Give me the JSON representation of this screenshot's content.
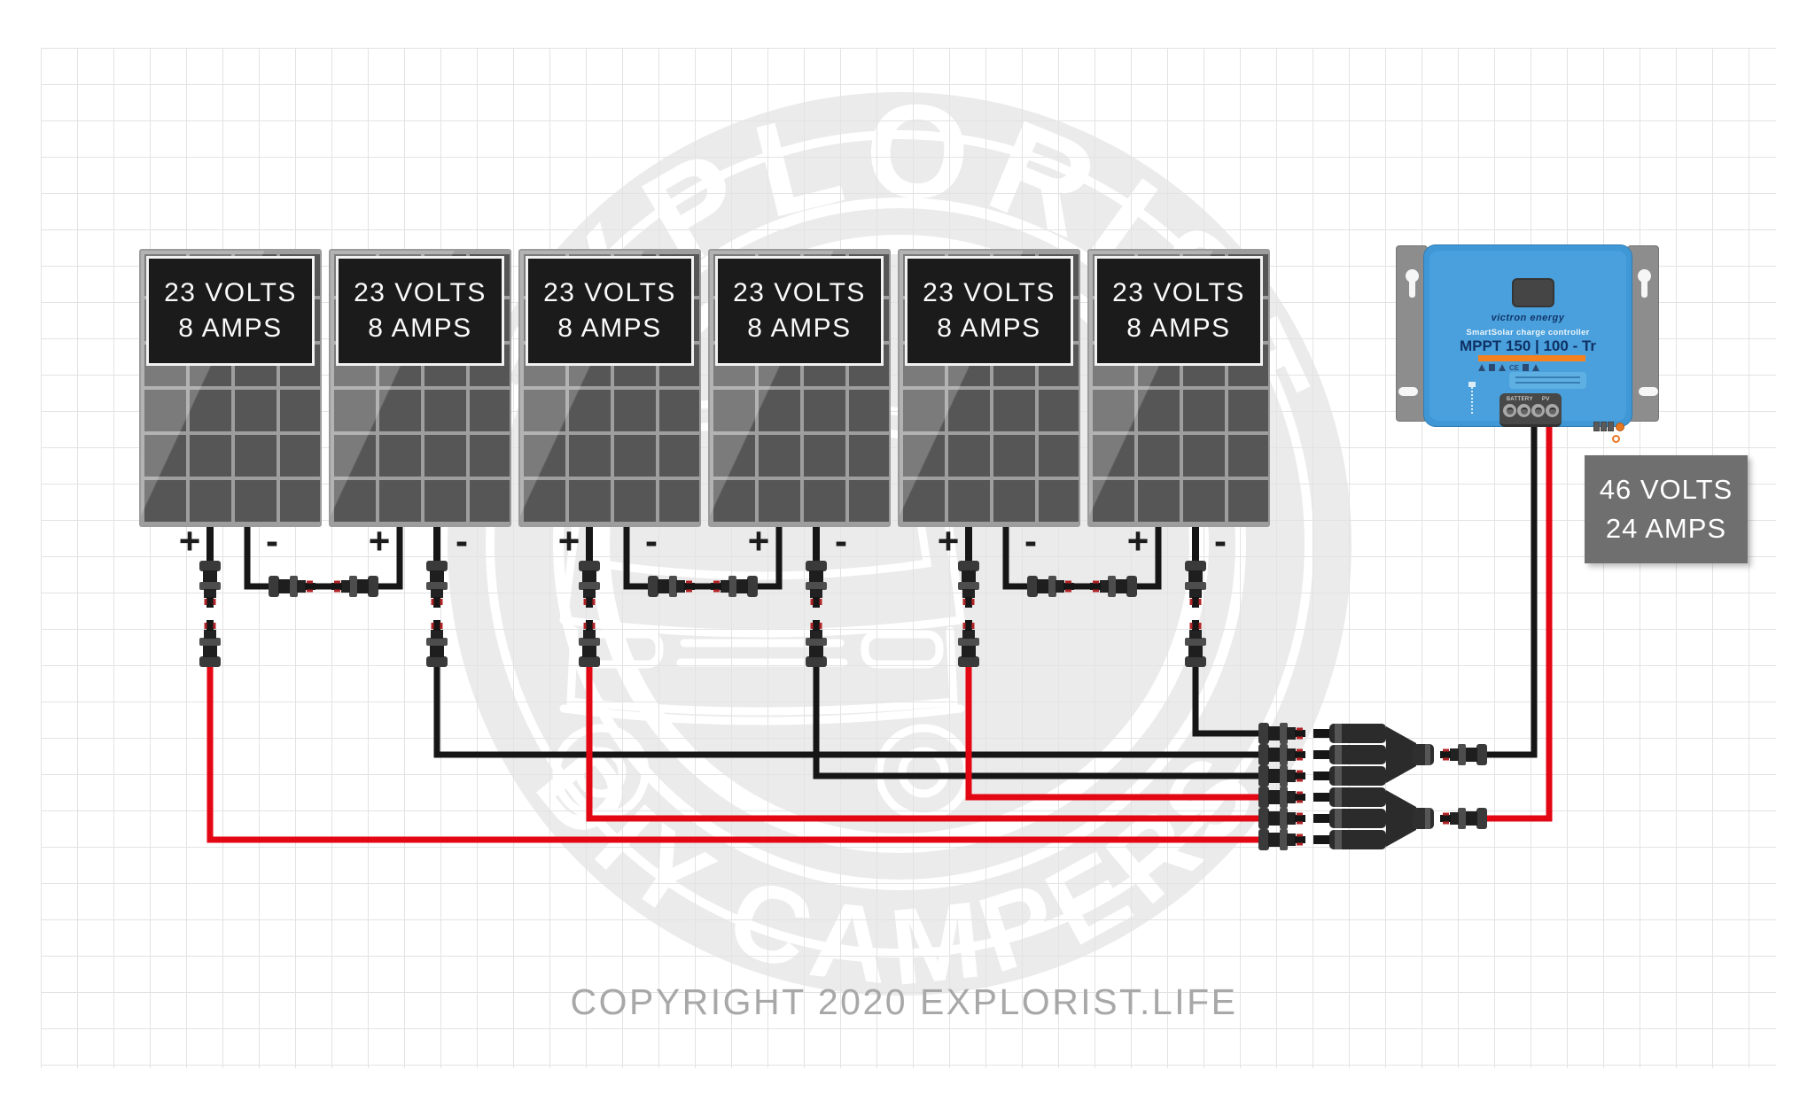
{
  "panels": [
    {
      "line1": "23 VOLTS",
      "line2": "8 AMPS"
    },
    {
      "line1": "23 VOLTS",
      "line2": "8 AMPS"
    },
    {
      "line1": "23 VOLTS",
      "line2": "8 AMPS"
    },
    {
      "line1": "23 VOLTS",
      "line2": "8 AMPS"
    },
    {
      "line1": "23 VOLTS",
      "line2": "8 AMPS"
    },
    {
      "line1": "23 VOLTS",
      "line2": "8 AMPS"
    }
  ],
  "polarity": {
    "plus": "+",
    "minus": "-"
  },
  "controller": {
    "brand": "victron energy",
    "product": "SmartSolar charge controller",
    "model": "MPPT 150 | 100 - Tr",
    "battery_label": "BATTERY",
    "pv_label": "PV",
    "cert": "CE"
  },
  "output_label": {
    "line1": "46 VOLTS",
    "line2": "24 AMPS"
  },
  "watermark": {
    "top": "EXPLORIST",
    "bottom": "DIY CAMPERS"
  },
  "copyright": "COPYRIGHT 2020 EXPLORIST.LIFE",
  "colors": {
    "positive_wire": "#e30613",
    "negative_wire": "#161616",
    "controller_blue": "#3f97d6",
    "accent_orange": "#f5821f",
    "watermark_gray": "#ebebeb"
  }
}
